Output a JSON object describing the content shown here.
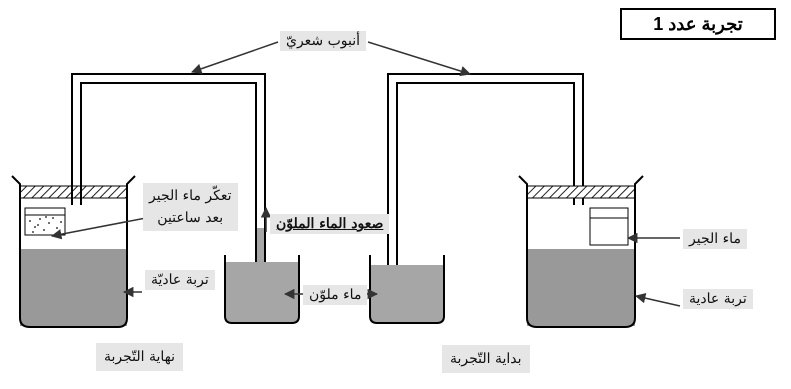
{
  "title": "تجربة عدد 1",
  "labels": {
    "capillary_tube": "أنبوب شعريّ",
    "limewater_cloudy_line1": "تعكّر ماء الجير",
    "limewater_cloudy_line2": "بعد ساعتين",
    "colored_water_rise": "صعود الماء الملوّن",
    "colored_water": "ماء ملوّن",
    "normal_soil_left": "تربة عاديّة",
    "normal_soil_right": "تربة عادية",
    "limewater": "ماء الجير",
    "end_of_experiment": "نهاية التّجربة",
    "start_of_experiment": "بداية التّجربة"
  },
  "colors": {
    "soil": "#999999",
    "colored_water": "#a6a6a6",
    "label_bg": "#e6e6e6",
    "line": "#333333"
  }
}
